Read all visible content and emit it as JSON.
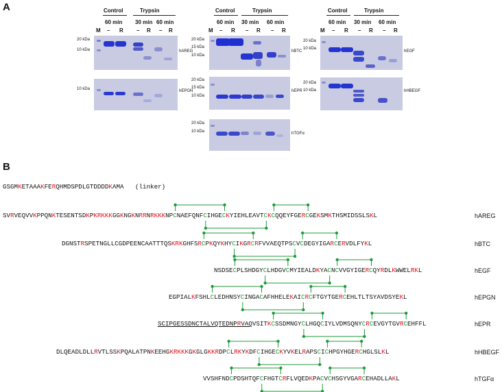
{
  "panel_a": {
    "label": "A",
    "header": {
      "control": "Control",
      "trypsin": "Trypsin",
      "t60": "60 min",
      "t30": "30 min",
      "t60b": "60 min"
    },
    "lanes": [
      "M",
      "–",
      "R",
      "–",
      "R",
      "–",
      "R"
    ],
    "mw": {
      "kda20": "20 kDa",
      "kda15": "15 kDa",
      "kda10": "10 kDa"
    },
    "gels": [
      "hAREG",
      "hEPGN",
      "hBTC",
      "hEPR",
      "hTGFα",
      "hEGF",
      "hHBEGF"
    ]
  },
  "panel_b": {
    "label": "B",
    "linker_seq": "GSGMKETAAAKFERQHMDSPDLGTDDDDKAMA",
    "linker_label": "(linker)",
    "sequences": [
      {
        "name": "hAREG",
        "seq": "SVRVEQVVKPPQNKTESENTSDKPKRKKKGGKNGKNRRNRKKKNPCNAEFQNFCIHGECKYIEHLEAVTCKCQQEYFGERCGEKSMKTHSMIDSSLSKL"
      },
      {
        "name": "hBTC",
        "seq": "DGNSTRSPETNGLLCGDPEENCAATTTQSKRKGHFSRCPKQYKHYCIKGRCRFVVAEQTPSCVCDEGYIGARCERVDLFYKL"
      },
      {
        "name": "hEGF",
        "seq": "NSDSECPLSHDGYCLHDGVCMYIEALDKYACNCVVGYIGERCQYRDLKWWELRKL"
      },
      {
        "name": "hEPGN",
        "seq": "EGPIALKFSHLCLEDHNSYCINGACAFHHELEKAICRCFTGYTGERCEHLTLTSYAVDSYEKL"
      },
      {
        "name": "hEPR",
        "seq": "SCIPGESSDNCTALVQTEDNPRVAQVSITKCSSDMNGYCLHGQCIYLVDMSQNYCRCEVGYTGVRCEHFFL"
      },
      {
        "name": "hHBEGF",
        "seq": "DLQEADLDLLRVTLSSKPQALATPNKEEHGKRKKKGKGLGKKRDPCLRKYKDFCIHGECKYVKELRAPSCICHPGYHGERCHGLSLKL"
      },
      {
        "name": "hTGFα",
        "seq": "VVSHFNDCPDSHTQFCFHGTCRFLVQEDKPACVCHSGYVGARCEHADLLAKL"
      }
    ]
  }
}
